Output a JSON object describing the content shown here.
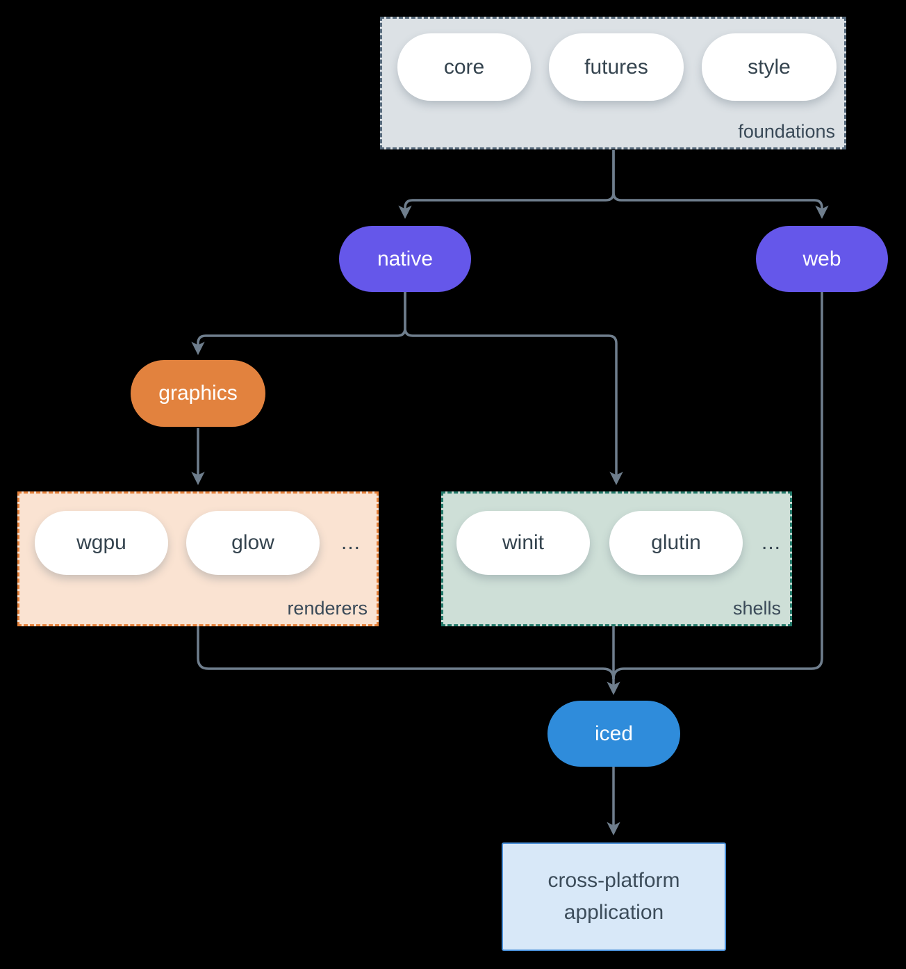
{
  "diagram": {
    "groups": {
      "foundations": {
        "label": "foundations"
      },
      "renderers": {
        "label": "renderers",
        "ellipsis": "..."
      },
      "shells": {
        "label": "shells",
        "ellipsis": "..."
      }
    },
    "nodes": {
      "core": {
        "label": "core"
      },
      "futures": {
        "label": "futures"
      },
      "style": {
        "label": "style"
      },
      "native": {
        "label": "native"
      },
      "web": {
        "label": "web"
      },
      "graphics": {
        "label": "graphics"
      },
      "wgpu": {
        "label": "wgpu"
      },
      "glow": {
        "label": "glow"
      },
      "winit": {
        "label": "winit"
      },
      "glutin": {
        "label": "glutin"
      },
      "iced": {
        "label": "iced"
      },
      "application": {
        "label": "cross-platform application"
      }
    },
    "colors": {
      "background": "#000000",
      "edge": "#6F7E8D",
      "purple_node": "#6557EA",
      "orange_node": "#E2823E",
      "blue_node": "#2F8CDB",
      "white_node": "#FFFFFF",
      "foundations_bg": "#DCE1E5",
      "foundations_border": "#56697B",
      "renderers_bg": "#FAE3D2",
      "renderers_border": "#E6813A",
      "shells_bg": "#CEDFD7",
      "shells_border": "#237A6A",
      "application_bg": "#D8E8F8",
      "application_border": "#4A90D9",
      "text_dark": "#35444F",
      "text_light": "#FFFFFF"
    }
  }
}
